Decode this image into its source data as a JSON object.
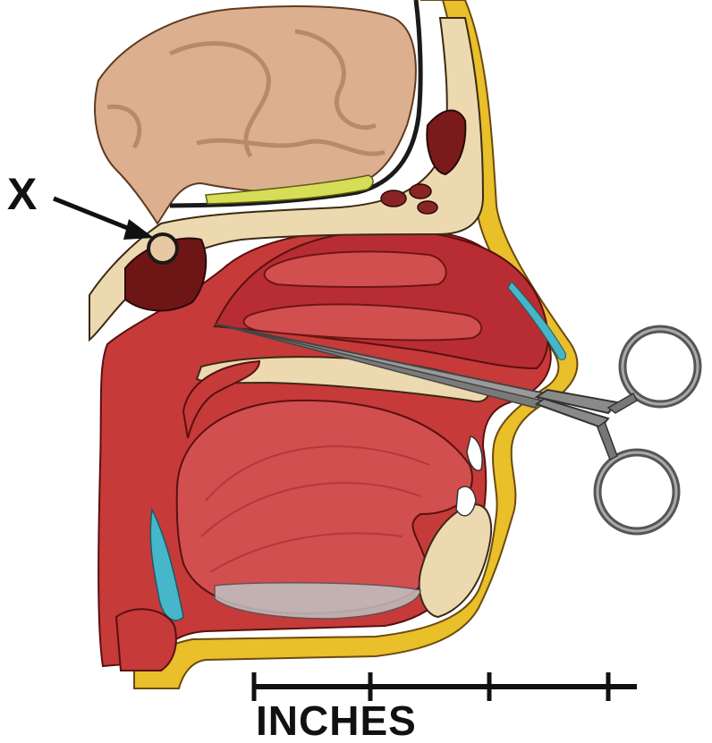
{
  "labels": {
    "pointer_letter": "X",
    "scale_unit": "INCHES"
  },
  "scale_bar": {
    "divisions": 3
  },
  "colors": {
    "brain": "#dcb08e",
    "brain_fold": "#b98a68",
    "bone": "#ecd9b0",
    "bone_dots": "#b99a6a",
    "soft_tissue": "#c63a3a",
    "cavity_dark": "#6e1616",
    "tongue": "#d24f4f",
    "fat_yellow": "#e9bf2a",
    "outline": "#1a1a1a",
    "instrument": "#8a8a8a",
    "ligament_blue": "#46b6c9",
    "gland_green": "#d6dd57"
  },
  "icons": {
    "pointer": "arrow-icon",
    "instrument": "forceps-icon"
  }
}
